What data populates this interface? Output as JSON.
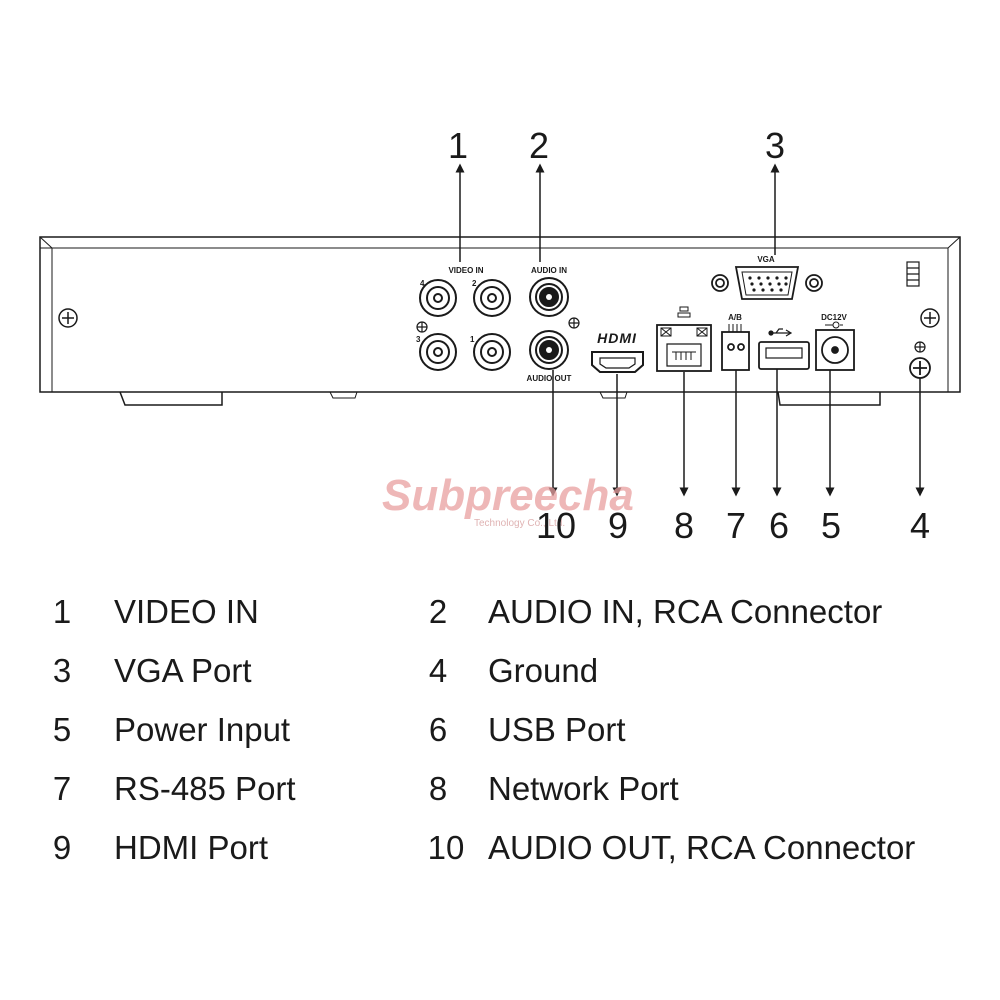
{
  "panel_labels": {
    "video_in": "VIDEO IN",
    "audio_in": "AUDIO IN",
    "audio_out": "AUDIO OUT",
    "vga": "VGA",
    "hdmi": "HDMI",
    "ab": "A/B",
    "dc": "DC12V",
    "bnc_numbers": [
      "4",
      "2",
      "3",
      "1"
    ]
  },
  "callouts": [
    "1",
    "2",
    "3",
    "10",
    "9",
    "8",
    "7",
    "6",
    "5",
    "4"
  ],
  "watermark": {
    "brand": "Subpreecha",
    "sub": "Technology Co., Ltd."
  },
  "legend": [
    {
      "num": "1",
      "label": "VIDEO IN"
    },
    {
      "num": "2",
      "label": "AUDIO IN, RCA Connector"
    },
    {
      "num": "3",
      "label": "VGA Port"
    },
    {
      "num": "4",
      "label": "Ground"
    },
    {
      "num": "5",
      "label": "Power Input"
    },
    {
      "num": "6",
      "label": "USB Port"
    },
    {
      "num": "7",
      "label": "RS-485 Port"
    },
    {
      "num": "8",
      "label": "Network Port"
    },
    {
      "num": "9",
      "label": "HDMI Port"
    },
    {
      "num": "10",
      "label": "AUDIO OUT, RCA Connector"
    }
  ],
  "colors": {
    "line": "#1a1a1a",
    "panel": "#ffffff",
    "watermark": "#e9a0a0"
  }
}
